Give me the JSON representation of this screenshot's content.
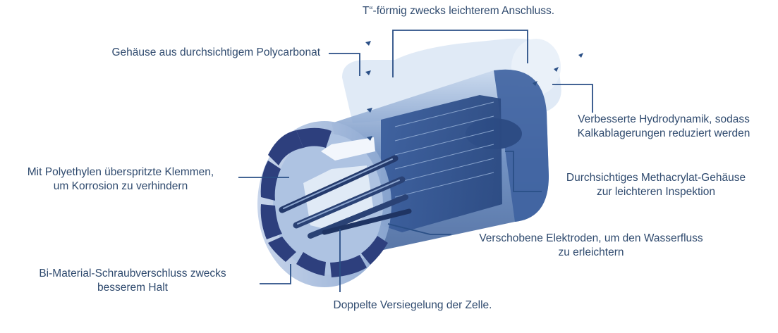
{
  "diagram": {
    "line_color": "#2a4f86",
    "labels": {
      "t_shape": [
        "T“-förmig zwecks leichterem Anschluss."
      ],
      "housing_polycarbonate": [
        "Gehäuse aus durchsichtigem Polycarbonat"
      ],
      "hydrodynamics": [
        "Verbesserte Hydrodynamik, sodass",
        "Kalkablagerungen reduziert werden"
      ],
      "clamps": [
        "Mit Polyethylen überspritzte Klemmen,",
        "um Korrosion zu verhindern"
      ],
      "methacrylate_housing": [
        "Durchsichtiges Methacrylat-Gehäuse",
        "zur leichteren Inspektion"
      ],
      "electrodes": [
        "Verschobene Elektroden, um den Wasserfluss",
        "zu erleichtern"
      ],
      "screw_cap": [
        "Bi-Material-Schraubverschluss zwecks",
        "besserem Halt"
      ],
      "double_seal": [
        "Doppelte Versiegelung der Zelle."
      ]
    }
  }
}
